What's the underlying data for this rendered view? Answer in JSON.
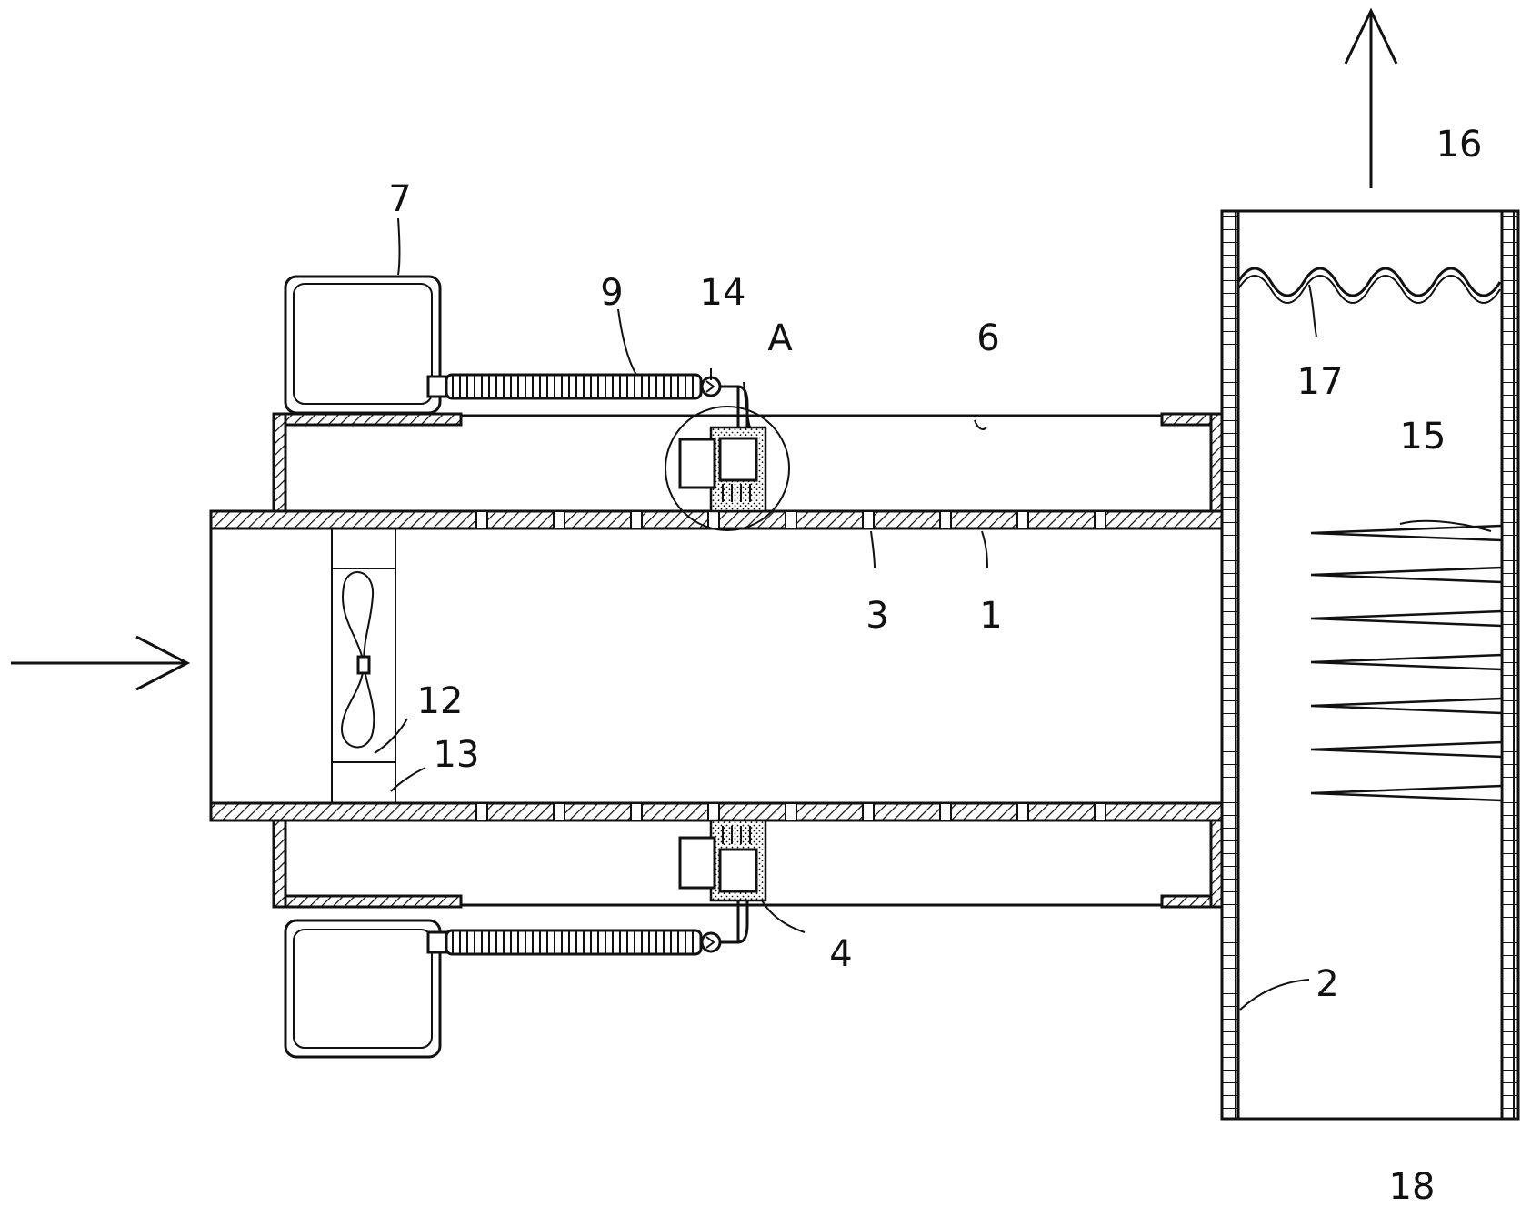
{
  "labels": {
    "l1": "1",
    "l2": "2",
    "l3": "3",
    "l4": "4",
    "l6": "6",
    "l7": "7",
    "l9": "9",
    "l12": "12",
    "l13": "13",
    "l14": "14",
    "l15": "15",
    "l16": "16",
    "l17": "17",
    "l18": "18",
    "lA": "A"
  }
}
